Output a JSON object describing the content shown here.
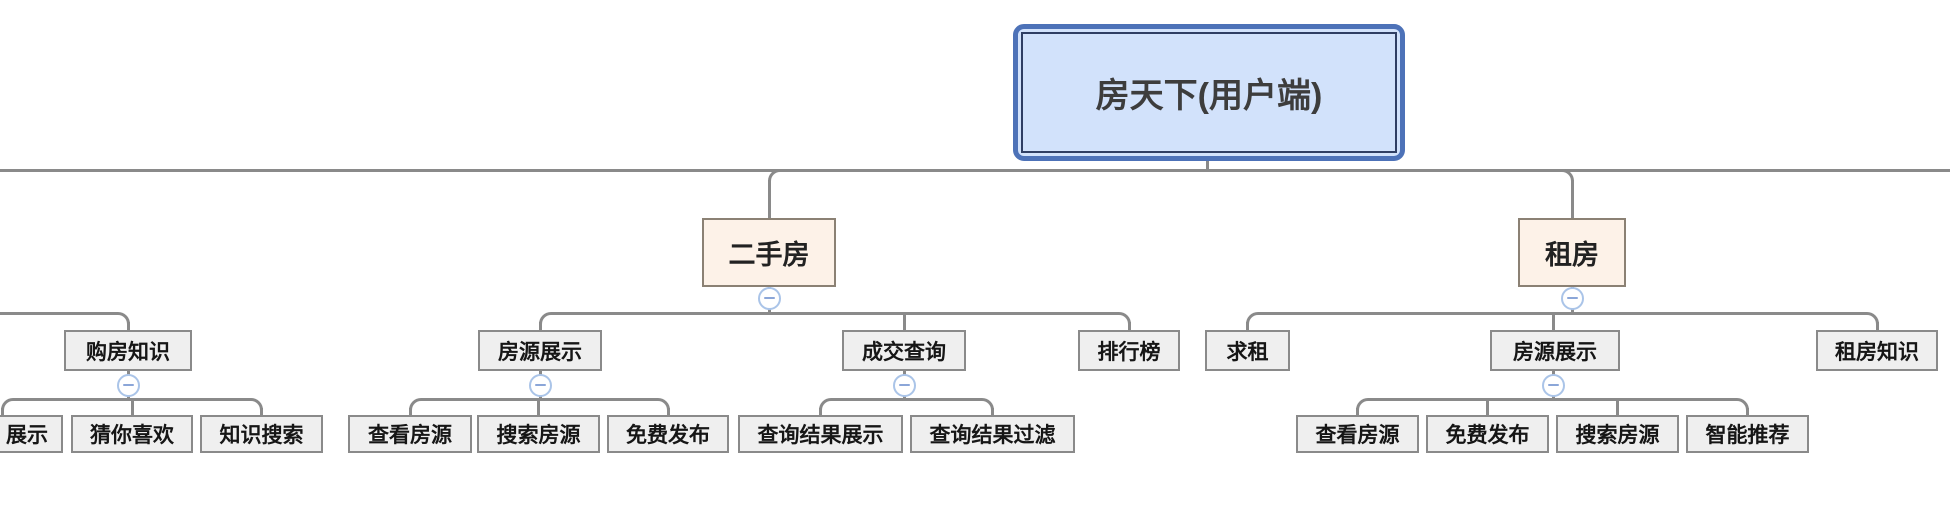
{
  "mindmap": {
    "root": {
      "label": "房天下(用户端)"
    },
    "offscreen_left_subtree": {
      "label": "购房知识",
      "children": [
        {
          "label": "展示"
        },
        {
          "label": "猜你喜欢"
        },
        {
          "label": "知识搜索"
        }
      ]
    },
    "branches": [
      {
        "label": "二手房",
        "children": [
          {
            "label": "房源展示",
            "children": [
              {
                "label": "查看房源"
              },
              {
                "label": "搜索房源"
              },
              {
                "label": "免费发布"
              }
            ]
          },
          {
            "label": "成交查询",
            "children": [
              {
                "label": "查询结果展示"
              },
              {
                "label": "查询结果过滤"
              }
            ]
          },
          {
            "label": "排行榜",
            "children": []
          }
        ]
      },
      {
        "label": "租房",
        "children": [
          {
            "label": "求租",
            "children": []
          },
          {
            "label": "房源展示",
            "children": [
              {
                "label": "查看房源"
              },
              {
                "label": "免费发布"
              },
              {
                "label": "搜索房源"
              },
              {
                "label": "智能推荐"
              }
            ]
          },
          {
            "label": "租房知识",
            "children": []
          }
        ]
      }
    ]
  },
  "icons": {
    "collapse": "−"
  },
  "colors": {
    "root_fill": "#d2e2fb",
    "root_outer_border": "#4d72b8",
    "root_inner_border": "#2f3e63",
    "branch_fill": "#fdf2e8",
    "branch_border": "#8b8174",
    "node_fill": "#efefef",
    "node_border": "#8a8a8a",
    "connector": "#8a8a8a",
    "collapse_ring": "#aac4e8",
    "collapse_dash": "#8ba6d8"
  }
}
